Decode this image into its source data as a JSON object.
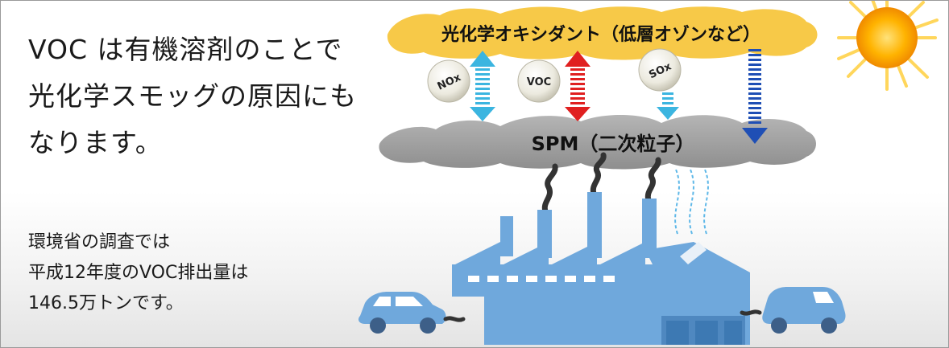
{
  "main_text": [
    "VOC は有機溶剤のことで",
    "光化学スモッグの原因にも",
    "なります。"
  ],
  "sub_text": [
    "環境省の調査では",
    "平成12年度のVOC排出量は",
    "146.5万トンです。"
  ],
  "diagram": {
    "oxidant_label": "光化学オキシダント（低層オゾンなど）",
    "spm_label": "SPM（二次粒子）",
    "molecules": [
      "NOx",
      "VOC",
      "SOx"
    ]
  },
  "colors": {
    "oxidant_cloud": "#f7c948",
    "spm_cloud": "#9c9c9c",
    "factory": "#6fa8dc",
    "arrow_cyan": "#3bb5e0",
    "arrow_red": "#e02020",
    "arrow_blue": "#1f4fb5",
    "sun": "#f5a300"
  }
}
